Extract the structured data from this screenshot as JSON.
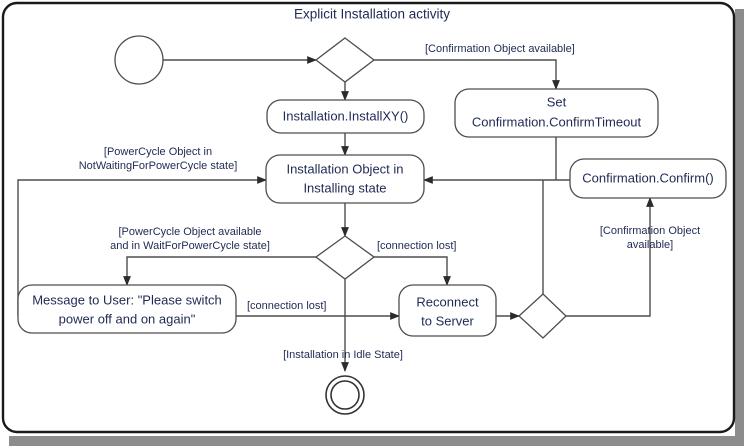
{
  "diagram": {
    "title": "Explicit Installation activity",
    "type": "uml-activity-diagram",
    "colors": {
      "frame_border": "#1a1a1a",
      "node_stroke": "#4d4d4d",
      "text": "#1f2a54",
      "background": "#ffffff",
      "shadow": "#8c8c8c"
    },
    "nodes": {
      "initial": {
        "name": "initial-node",
        "shape": "circle"
      },
      "decision_start": {
        "name": "decision-start",
        "shape": "diamond"
      },
      "install_xy": {
        "label": "Installation.InstallXY()",
        "shape": "rounded-rect"
      },
      "set_timeout": {
        "line1": "Set",
        "line2": "Confirmation.ConfirmTimeout",
        "shape": "rounded-rect"
      },
      "installing_state": {
        "line1": "Installation Object in",
        "line2": "Installing state",
        "shape": "rounded-rect"
      },
      "confirm": {
        "label": "Confirmation.Confirm()",
        "shape": "rounded-rect"
      },
      "decision_power": {
        "name": "decision-powercycle",
        "shape": "diamond"
      },
      "message_user": {
        "line1": "Message to User: \"Please switch",
        "line2": "power off and on again\"",
        "shape": "rounded-rect"
      },
      "reconnect": {
        "line1": "Reconnect",
        "line2": "to Server",
        "shape": "rounded-rect"
      },
      "merge_right": {
        "name": "merge-node-right",
        "shape": "diamond"
      },
      "final": {
        "name": "final-node",
        "shape": "double-circle"
      }
    },
    "guards": {
      "confirmation_available_top": "[Confirmation Object available]",
      "powercycle_not_waiting_l1": "[PowerCycle Object in",
      "powercycle_not_waiting_l2": "NotWaitingForPowerCycle state]",
      "powercycle_available_l1": "[PowerCycle Object available",
      "powercycle_available_l2": "and in WaitForPowerCycle state]",
      "connection_lost_right": "[connection lost]",
      "connection_lost_left": "[connection lost]",
      "confirmation_available_l1": "[Confirmation Object",
      "confirmation_available_l2": "available]",
      "installation_idle": "[Installation in Idle State]"
    }
  }
}
